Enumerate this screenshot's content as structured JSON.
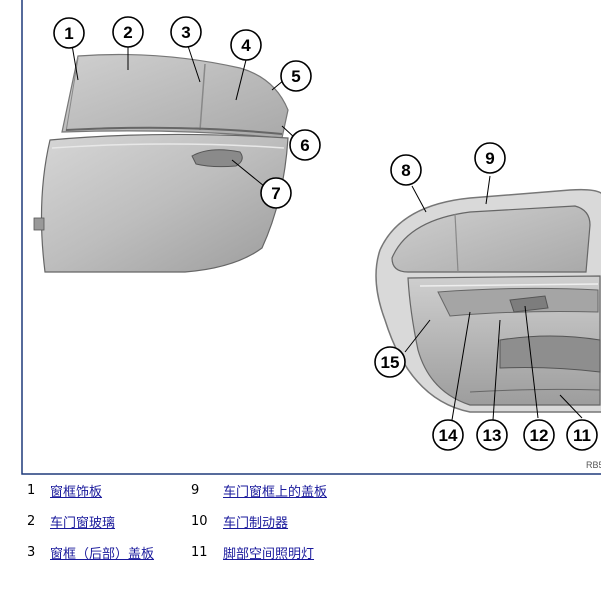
{
  "callouts": [
    "1",
    "2",
    "3",
    "4",
    "5",
    "6",
    "7",
    "8",
    "9",
    "15",
    "14",
    "13",
    "12",
    "11"
  ],
  "image_code": "RB5",
  "legend": [
    {
      "num": "1",
      "label": "窗框饰板"
    },
    {
      "num": "9",
      "label": "车门窗框上的盖板"
    },
    {
      "num": "2",
      "label": " 车门窗玻璃 "
    },
    {
      "num": "10",
      "label": " 车门制动器"
    },
    {
      "num": "3",
      "label": "窗框（后部）盖板"
    },
    {
      "num": "11",
      "label": "脚部空间照明灯"
    }
  ],
  "colors": {
    "frame_border": "#1f3a7a",
    "door_body": "#bcbcbc",
    "link": "#1a1a9c",
    "callout_stroke": "#000000"
  }
}
